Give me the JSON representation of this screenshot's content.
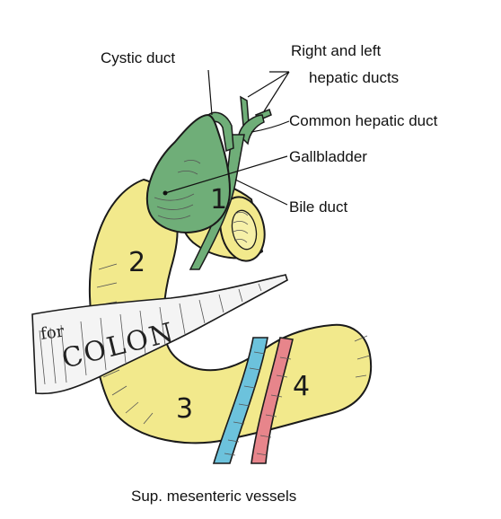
{
  "labels": {
    "cystic_duct": "Cystic duct",
    "hepatic_ducts_line1": "Right and left",
    "hepatic_ducts_line2": "hepatic ducts",
    "common_hepatic_duct": "Common hepatic duct",
    "gallbladder": "Gallbladder",
    "bile_duct": "Bile duct",
    "sup_mesenteric": "Sup. mesenteric vessels"
  },
  "duodenum_parts": [
    "1",
    "2",
    "3",
    "4"
  ],
  "colon_band": {
    "for_text": "for",
    "colon_text": "COLON"
  },
  "colors": {
    "gallbladder": "#6fae78",
    "duodenum": "#f2e98c",
    "vein": "#6cc2dc",
    "artery": "#e7858b",
    "outline": "#1a1a1a"
  }
}
